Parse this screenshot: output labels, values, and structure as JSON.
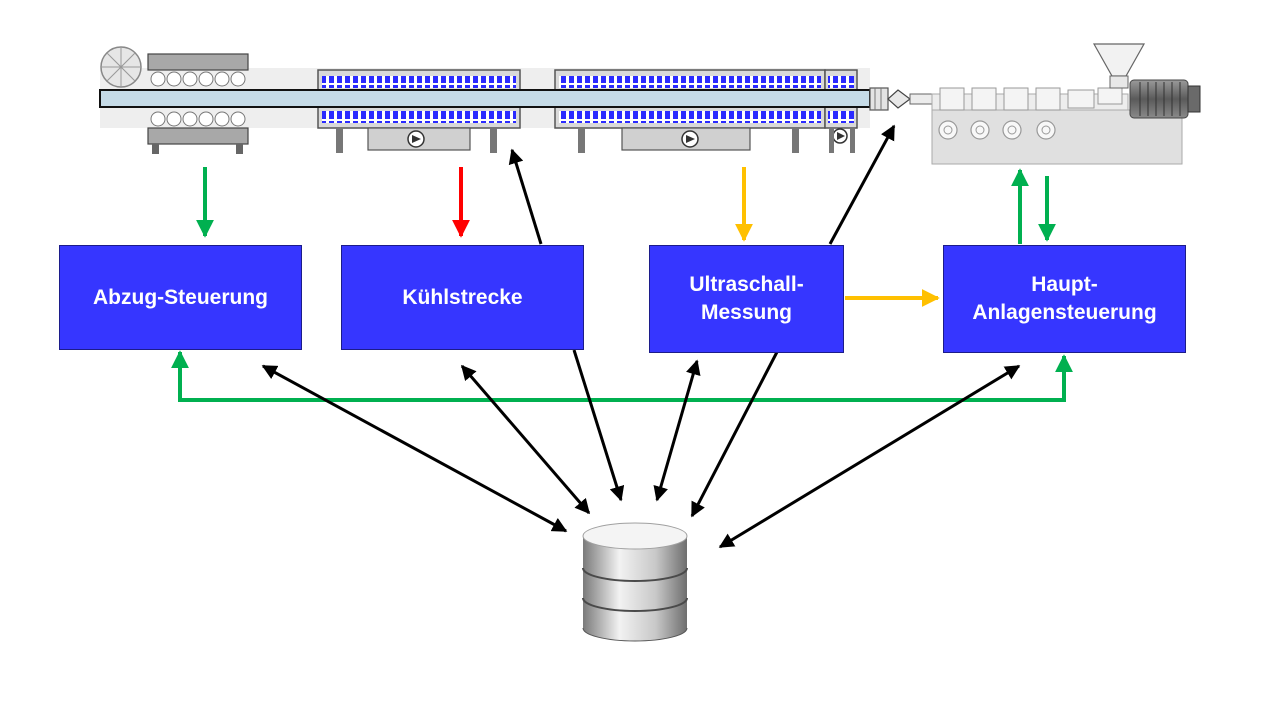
{
  "boxes": {
    "abzug": "Abzug-Steuerung",
    "kuehl": "Kühlstrecke",
    "ultra": "Ultraschall-\nMessung",
    "haupt": "Haupt-\nAnlagensteuerung"
  },
  "colors": {
    "box_fill": "#3636ff",
    "box_text": "#ffffff",
    "green": "#00b050",
    "red": "#ff0000",
    "orange": "#ffc000",
    "black": "#000000"
  },
  "icons": {
    "machine": "extrusion-line-icon",
    "database": "database-icon"
  }
}
